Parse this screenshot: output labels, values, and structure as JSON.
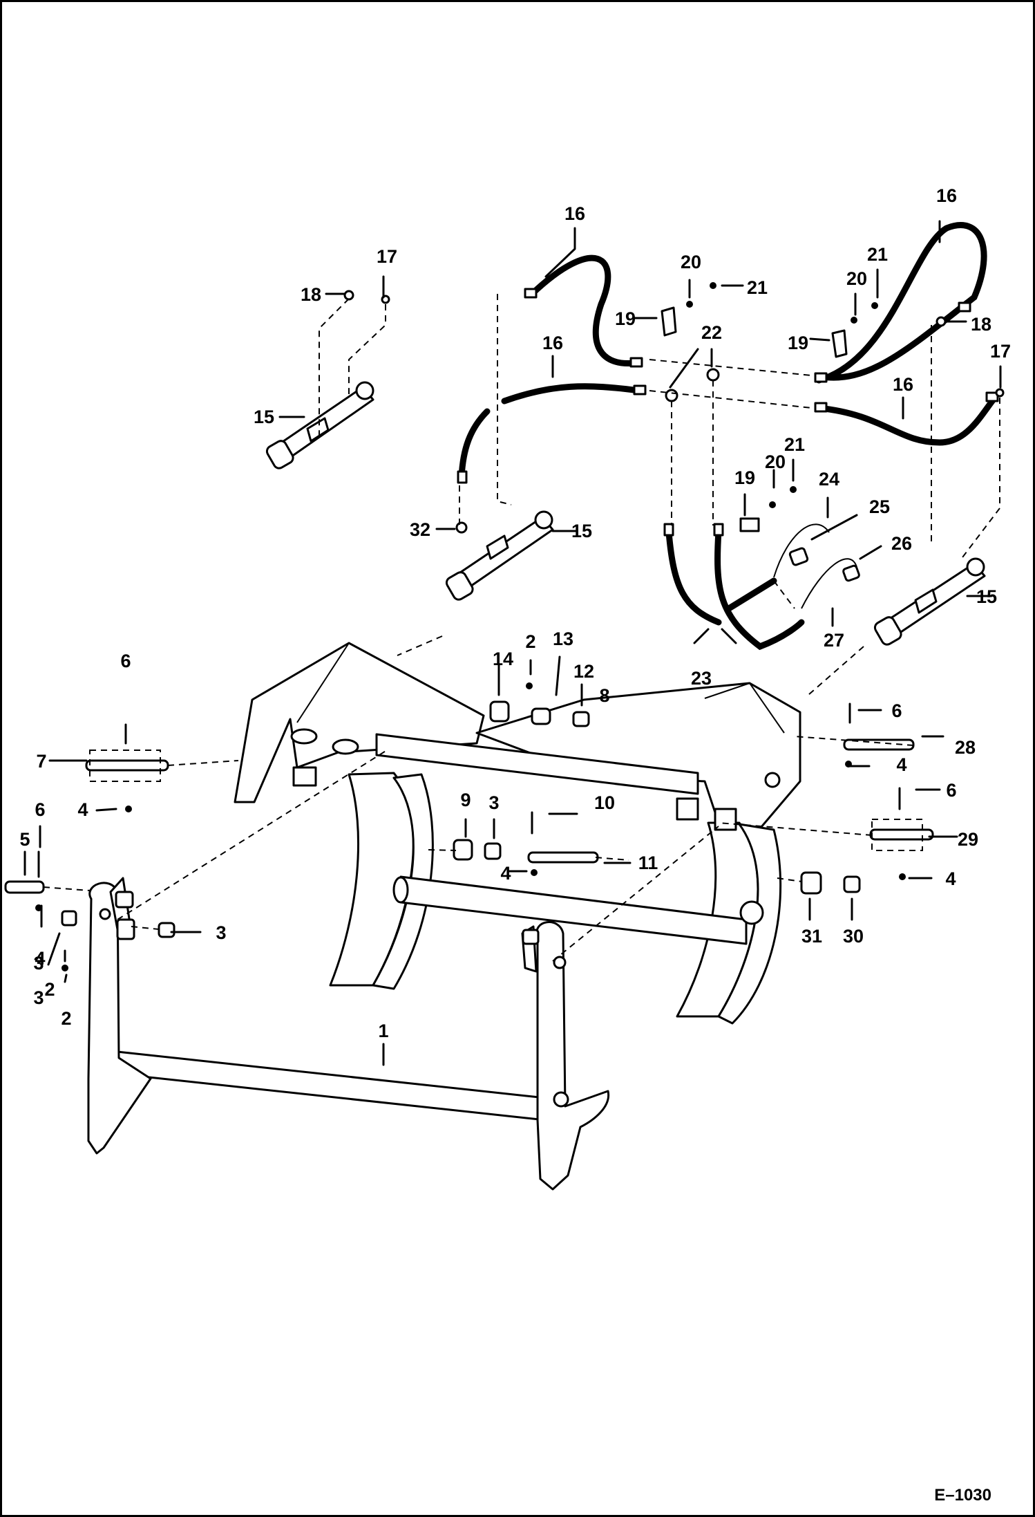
{
  "figure_ref": "E–1030",
  "labels": [
    "1",
    "2",
    "2",
    "2",
    "3",
    "3",
    "3",
    "3",
    "4",
    "4",
    "4",
    "4",
    "4",
    "5",
    "6",
    "6",
    "6",
    "6",
    "7",
    "8",
    "9",
    "10",
    "11",
    "12",
    "13",
    "14",
    "15",
    "15",
    "15",
    "16",
    "16",
    "16",
    "16",
    "17",
    "17",
    "18",
    "18",
    "19",
    "19",
    "19",
    "20",
    "20",
    "20",
    "21",
    "21",
    "21",
    "22",
    "23",
    "24",
    "25",
    "26",
    "27",
    "28",
    "29",
    "30",
    "31",
    "32"
  ]
}
